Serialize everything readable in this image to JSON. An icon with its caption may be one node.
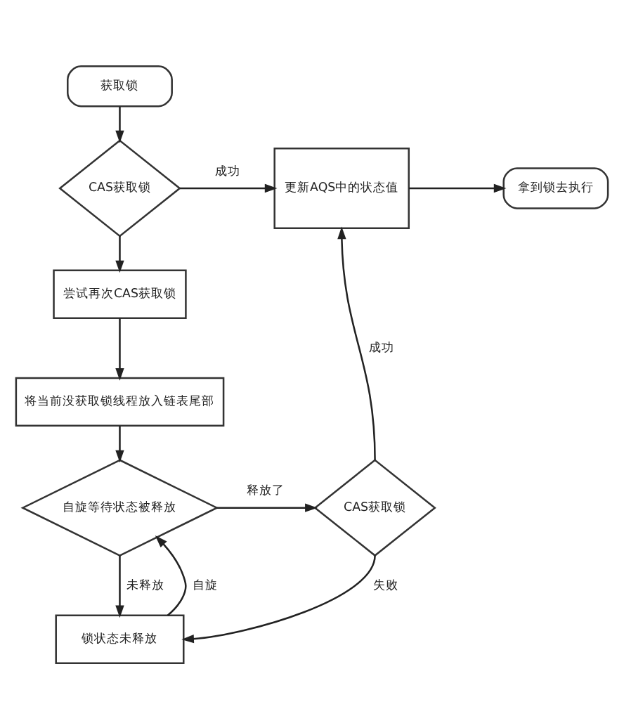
{
  "diagram": {
    "nodes": [
      {
        "text": [
          "获取锁"
        ]
      },
      {
        "text": [
          "CAS获取锁"
        ]
      },
      {
        "text": [
          "更新AQS中的状态值"
        ]
      },
      {
        "text": [
          "拿到锁去执行"
        ]
      },
      {
        "text": [
          "尝试再次CAS获取锁"
        ]
      },
      {
        "text": [
          "将当前没获取锁线程放入链表尾部"
        ]
      },
      {
        "text": [
          "自旋等待状态被释放"
        ]
      },
      {
        "text": [
          "CAS获取锁"
        ]
      },
      {
        "text": [
          "锁状态未释放"
        ]
      }
    ],
    "edges": [
      {
        "from": 0,
        "to": 1,
        "arrow": "to"
      },
      {
        "from": 1,
        "to": 2,
        "arrow": "to",
        "label": "成功"
      },
      {
        "from": 2,
        "to": 3,
        "arrow": "to"
      },
      {
        "from": 1,
        "to": 4,
        "arrow": "to"
      },
      {
        "from": 4,
        "to": 5,
        "arrow": "to"
      },
      {
        "from": 5,
        "to": 6,
        "arrow": "to"
      },
      {
        "from": 6,
        "to": 7,
        "arrow": "to",
        "label": "释放了"
      },
      {
        "from": 7,
        "to": 2,
        "arrow": "to",
        "label": "成功"
      },
      {
        "from": 6,
        "to": 8,
        "arrow": "to",
        "label": "未释放"
      },
      {
        "from": 7,
        "to": 8,
        "arrow": "to",
        "label": "失败"
      },
      {
        "from": 8,
        "to": 6,
        "arrow": "to",
        "label": "自旋"
      }
    ]
  }
}
